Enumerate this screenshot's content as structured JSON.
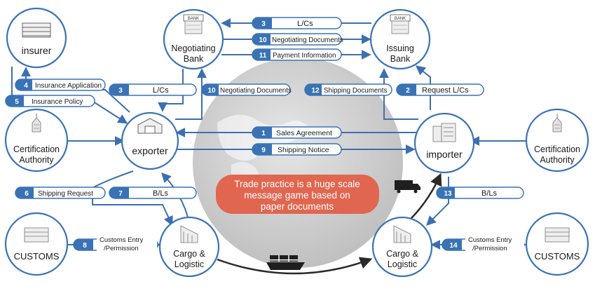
{
  "colors": {
    "node_border": "#3a73b5",
    "connector": "#3d6fb0",
    "badge_blue": "#3a73b5",
    "globe": "#cfcfcf",
    "callout_fill": "#e06650",
    "dark_arrow": "#2a2a2a"
  },
  "nodes": {
    "insurer": {
      "label": "insurer",
      "icon": "office-building-icon"
    },
    "negotiating_bank": {
      "line1": "Negotiating",
      "line2": "Bank",
      "sign": "BANK",
      "icon": "bank-building-icon"
    },
    "issuing_bank": {
      "line1": "Issuing",
      "line2": "Bank",
      "sign": "BANK",
      "icon": "bank-building-icon"
    },
    "cert_left": {
      "line1": "Certification",
      "line2": "Authority",
      "icon": "tower-building-icon"
    },
    "cert_right": {
      "line1": "Certification",
      "line2": "Authority",
      "icon": "tower-building-icon"
    },
    "exporter": {
      "label": "exporter",
      "icon": "warehouse-icon"
    },
    "importer": {
      "label": "importer",
      "icon": "office-buildings-icon"
    },
    "customs_left": {
      "label": "CUSTOMS",
      "icon": "customs-building-icon"
    },
    "customs_right": {
      "label": "CUSTOMS",
      "icon": "customs-building-icon"
    },
    "cargo_left": {
      "line1": "Cargo &",
      "line2": "Logistic",
      "icon": "logistics-building-icon"
    },
    "cargo_right": {
      "line1": "Cargo &",
      "line2": "Logistic",
      "icon": "logistics-building-icon"
    }
  },
  "steps": [
    {
      "num": "1",
      "label": "Sales Agreement"
    },
    {
      "num": "2",
      "label": "Request L/Cs"
    },
    {
      "num": "3",
      "label": "L/Cs"
    },
    {
      "num": "3",
      "label": "L/Cs"
    },
    {
      "num": "4",
      "label": "Insurance Application"
    },
    {
      "num": "5",
      "label": "Insurance Policy"
    },
    {
      "num": "6",
      "label": "Shipping Request"
    },
    {
      "num": "7",
      "label": "B/Ls"
    },
    {
      "num": "8",
      "label1": "Customs Entry",
      "label2": "/Permission"
    },
    {
      "num": "9",
      "label": "Shipping Notice"
    },
    {
      "num": "10",
      "label": "Negotiating Documents"
    },
    {
      "num": "10",
      "label": "Negotiating Documents"
    },
    {
      "num": "11",
      "label": "Payment Information"
    },
    {
      "num": "12",
      "label": "Shipping Documents"
    },
    {
      "num": "13",
      "label": "B/Ls"
    },
    {
      "num": "14",
      "label1": "Customs Entry",
      "label2": "/Permission"
    }
  ],
  "callout": {
    "line1": "Trade practice is a huge scale",
    "line2": "message game based on",
    "line3": "paper documents"
  },
  "decorations": {
    "ship": "ship-icon",
    "truck": "truck-icon"
  }
}
